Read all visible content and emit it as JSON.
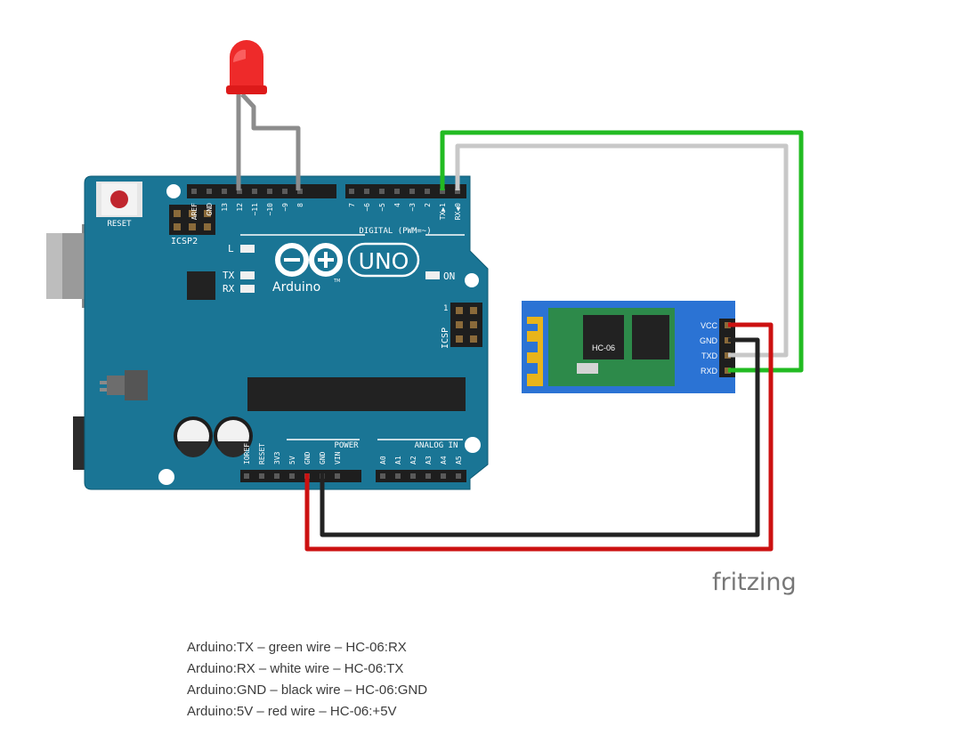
{
  "board": {
    "reset_label": "RESET",
    "icsp2_label": "ICSP2",
    "icsp_label": "ICSP",
    "icsp_pin1": "1",
    "digital_label": "DIGITAL (PWM=~)",
    "led_labels": {
      "l": "L",
      "tx": "TX",
      "rx": "RX",
      "on": "ON"
    },
    "brand_text": "Arduino",
    "brand_tm": "TM",
    "model_text": "UNO",
    "power_label": "POWER",
    "analog_label": "ANALOG IN",
    "digital_pins": [
      "AREF",
      "GND",
      "13",
      "12",
      "~11",
      "~10",
      "~9",
      "8",
      "7",
      "~6",
      "~5",
      "4",
      "~3",
      "2",
      "TX▶1",
      "RX◀0"
    ],
    "power_pins": [
      "IOREF",
      "RESET",
      "3V3",
      "5V",
      "GND",
      "GND",
      "VIN"
    ],
    "analog_pins": [
      "A0",
      "A1",
      "A2",
      "A3",
      "A4",
      "A5"
    ]
  },
  "module": {
    "name": "HC-06",
    "pins": [
      "VCC",
      "GND",
      "TXD",
      "RXD"
    ]
  },
  "watermark": "fritzing",
  "colors": {
    "board": "#1a7595",
    "board_outline": "#0d5a74",
    "module": "#2b73d4",
    "module_pcb": "#2d8a4a",
    "wire_green": "#22bb22",
    "wire_white": "#c8c8c8",
    "wire_black": "#222222",
    "wire_red": "#cc1111",
    "led": "#ee2a2a",
    "caption_text": "#3c3c3c",
    "watermark": "#777777"
  },
  "connections": [
    "Arduino:TX – green wire – HC-06:RX",
    "Arduino:RX – white wire – HC-06:TX",
    "Arduino:GND – black wire – HC-06:GND",
    "Arduino:5V – red wire – HC-06:+5V"
  ]
}
